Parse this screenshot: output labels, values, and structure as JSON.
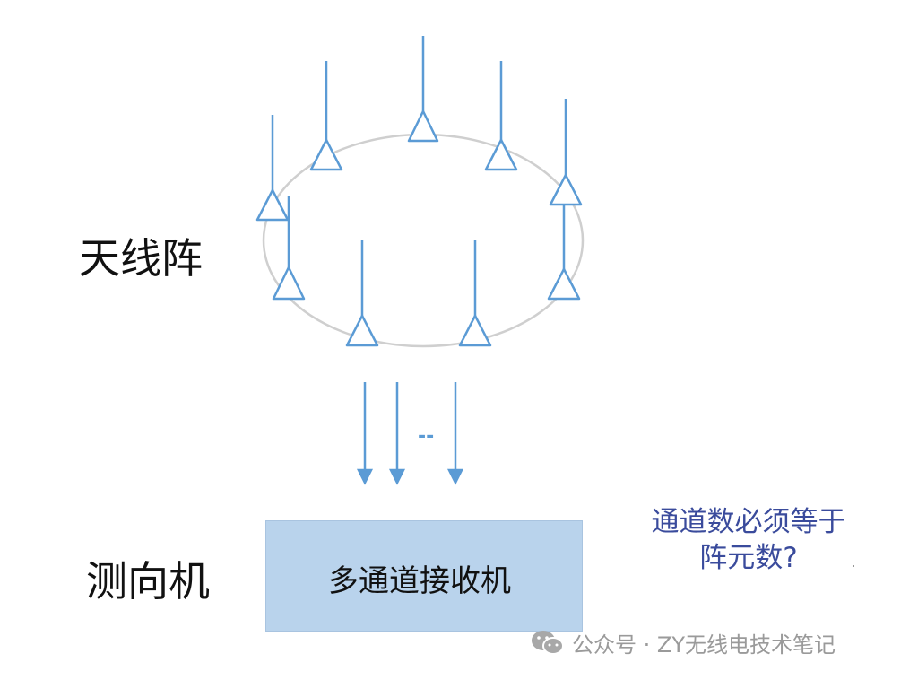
{
  "labels": {
    "antenna_array": "天线阵",
    "direction_finder": "测向机"
  },
  "receiver": {
    "label": "多通道接收机"
  },
  "annotation": {
    "line1": "通道数必须等于",
    "line2": "阵元数?"
  },
  "arrows": {
    "ellipsis": "--"
  },
  "watermark": {
    "text": "公众号 · ZY无线电技术笔记"
  },
  "colors": {
    "antenna_blue": "#5b9bd5",
    "ring_gray": "#cfcfcf",
    "receiver_fill": "#b9d3ec",
    "note_text": "#3a4b9c",
    "watermark_gray": "#9a9a9a"
  },
  "icons": {
    "watermark_icon": "wechat-icon"
  }
}
